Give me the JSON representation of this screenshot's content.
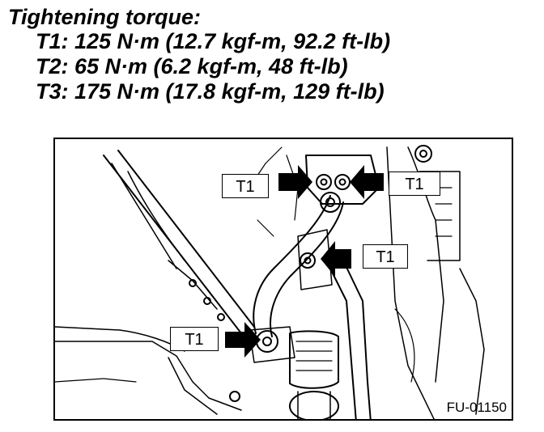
{
  "spec": {
    "title": "Tightening torque:",
    "lines": [
      "T1: 125 N·m (12.7 kgf-m, 92.2 ft-lb)",
      "T2: 65 N·m (6.2 kgf-m, 48 ft-lb)",
      "T3: 175 N·m (17.8 kgf-m, 129 ft-lb)"
    ]
  },
  "figure": {
    "callouts": [
      "T1",
      "T1",
      "T1",
      "T1"
    ],
    "figure_id": "FU-01150"
  }
}
